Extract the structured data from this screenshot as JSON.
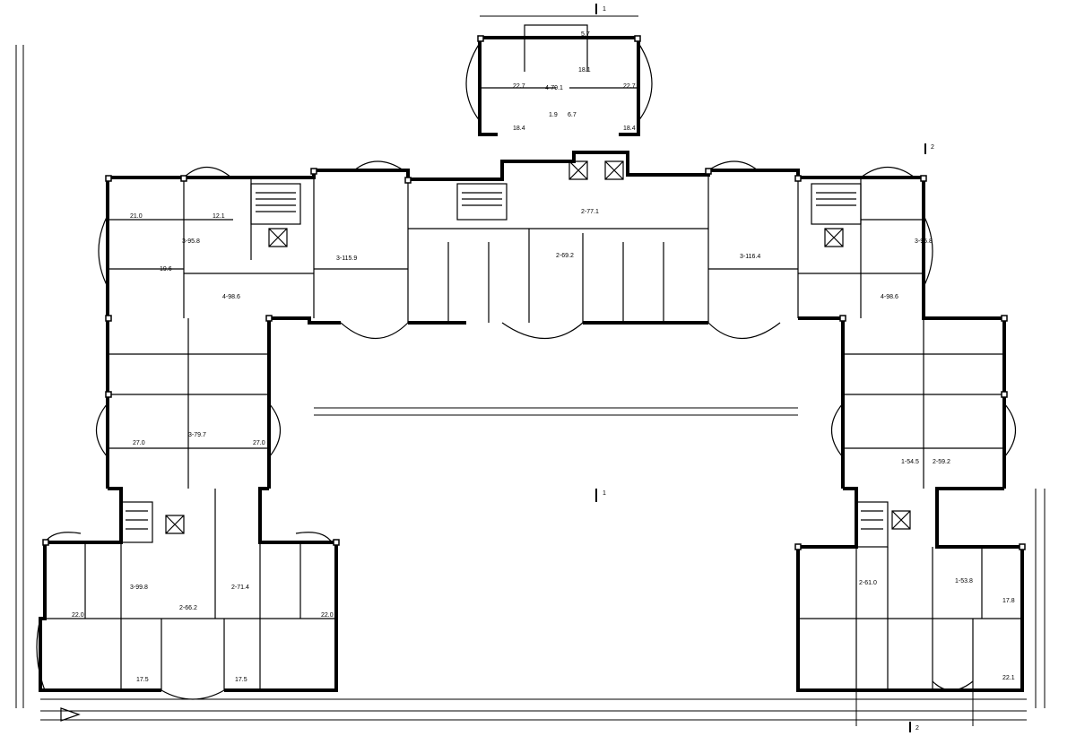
{
  "plan": {
    "section_marker_top": "1",
    "section_marker_mid": "1",
    "section_marker_right": "2",
    "section_marker_bottom": "2",
    "north_arrow": "arrow-icon",
    "room_labels": [
      {
        "id": "tower-apt",
        "text": "4-79.1"
      },
      {
        "id": "tower-living",
        "text": "18.1"
      },
      {
        "id": "tower-left",
        "text": "22.7"
      },
      {
        "id": "tower-right",
        "text": "22.7"
      },
      {
        "id": "tower-bl",
        "text": "18.4"
      },
      {
        "id": "tower-br",
        "text": "18.4"
      },
      {
        "id": "tower-bath",
        "text": "6.7"
      },
      {
        "id": "tower-wc",
        "text": "1.9"
      },
      {
        "id": "tower-balcony",
        "text": "5.7"
      },
      {
        "id": "nw-room1",
        "text": "21.0"
      },
      {
        "id": "nw-room2",
        "text": "19.6"
      },
      {
        "id": "nw-apt",
        "text": "3-95.8"
      },
      {
        "id": "nw-kitchen",
        "text": "12.1"
      },
      {
        "id": "nw-apt2",
        "text": "4-98.6"
      },
      {
        "id": "c-apt1",
        "text": "3-115.9"
      },
      {
        "id": "c-apt2",
        "text": "2-77.1"
      },
      {
        "id": "c-apt3",
        "text": "2-69.2"
      },
      {
        "id": "c-apt4",
        "text": "3-116.4"
      },
      {
        "id": "ne-apt",
        "text": "3-95.8"
      },
      {
        "id": "ne-apt2",
        "text": "4-98.6"
      },
      {
        "id": "w-apt",
        "text": "3-79.7"
      },
      {
        "id": "w-r1",
        "text": "27.0"
      },
      {
        "id": "w-r2",
        "text": "27.0"
      },
      {
        "id": "e-apt1",
        "text": "1-54.5"
      },
      {
        "id": "e-apt2",
        "text": "2-59.2"
      },
      {
        "id": "sw-apt1",
        "text": "3-99.8"
      },
      {
        "id": "sw-apt2",
        "text": "2-66.2"
      },
      {
        "id": "sw-apt3",
        "text": "2-71.4"
      },
      {
        "id": "sw-r1",
        "text": "22.0"
      },
      {
        "id": "sw-r2",
        "text": "22.0"
      },
      {
        "id": "sw-r3",
        "text": "17.5"
      },
      {
        "id": "sw-r4",
        "text": "17.5"
      },
      {
        "id": "se-apt1",
        "text": "2-61.0"
      },
      {
        "id": "se-apt2",
        "text": "1-53.8"
      },
      {
        "id": "se-r1",
        "text": "17.8"
      },
      {
        "id": "se-r2",
        "text": "22.1"
      }
    ]
  }
}
